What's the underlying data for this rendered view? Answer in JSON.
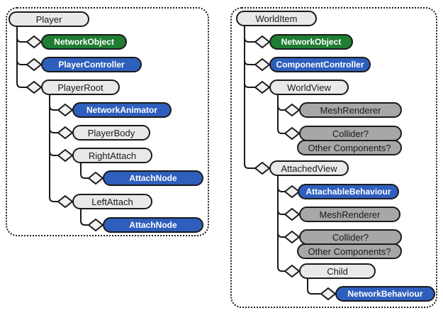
{
  "palette": {
    "green": "#1e7d32",
    "blue": "#2f5fbd",
    "light-gray": "#e9e9e9",
    "dark-gray": "#a7a7a7",
    "border": "#1a1a1a"
  },
  "panels": [
    {
      "name": "player-hierarchy",
      "nodes": [
        {
          "label": "Player",
          "style": "light"
        },
        {
          "label": "NetworkObject",
          "style": "green"
        },
        {
          "label": "PlayerController",
          "style": "blue"
        },
        {
          "label": "PlayerRoot",
          "style": "light"
        },
        {
          "label": "NetworkAnimator",
          "style": "blue"
        },
        {
          "label": "PlayerBody",
          "style": "light"
        },
        {
          "label": "RightAttach",
          "style": "light"
        },
        {
          "label": "AttachNode",
          "style": "blue"
        },
        {
          "label": "LeftAttach",
          "style": "light"
        },
        {
          "label": "AttachNode",
          "style": "blue"
        }
      ]
    },
    {
      "name": "worlditem-hierarchy",
      "nodes": [
        {
          "label": "WorldItem",
          "style": "light"
        },
        {
          "label": "NetworkObject",
          "style": "green"
        },
        {
          "label": "ComponentController",
          "style": "blue"
        },
        {
          "label": "WorldView",
          "style": "light"
        },
        {
          "label": "MeshRenderer",
          "style": "dark"
        },
        {
          "label": "Collider?",
          "style": "dark"
        },
        {
          "label": "Other Components?",
          "style": "dark"
        },
        {
          "label": "AttachedView",
          "style": "light"
        },
        {
          "label": "AttachableBehaviour",
          "style": "blue"
        },
        {
          "label": "MeshRenderer",
          "style": "dark"
        },
        {
          "label": "Collider?",
          "style": "dark"
        },
        {
          "label": "Other Components?",
          "style": "dark"
        },
        {
          "label": "Child",
          "style": "light"
        },
        {
          "label": "NetworkBehaviour",
          "style": "blue"
        }
      ]
    }
  ]
}
